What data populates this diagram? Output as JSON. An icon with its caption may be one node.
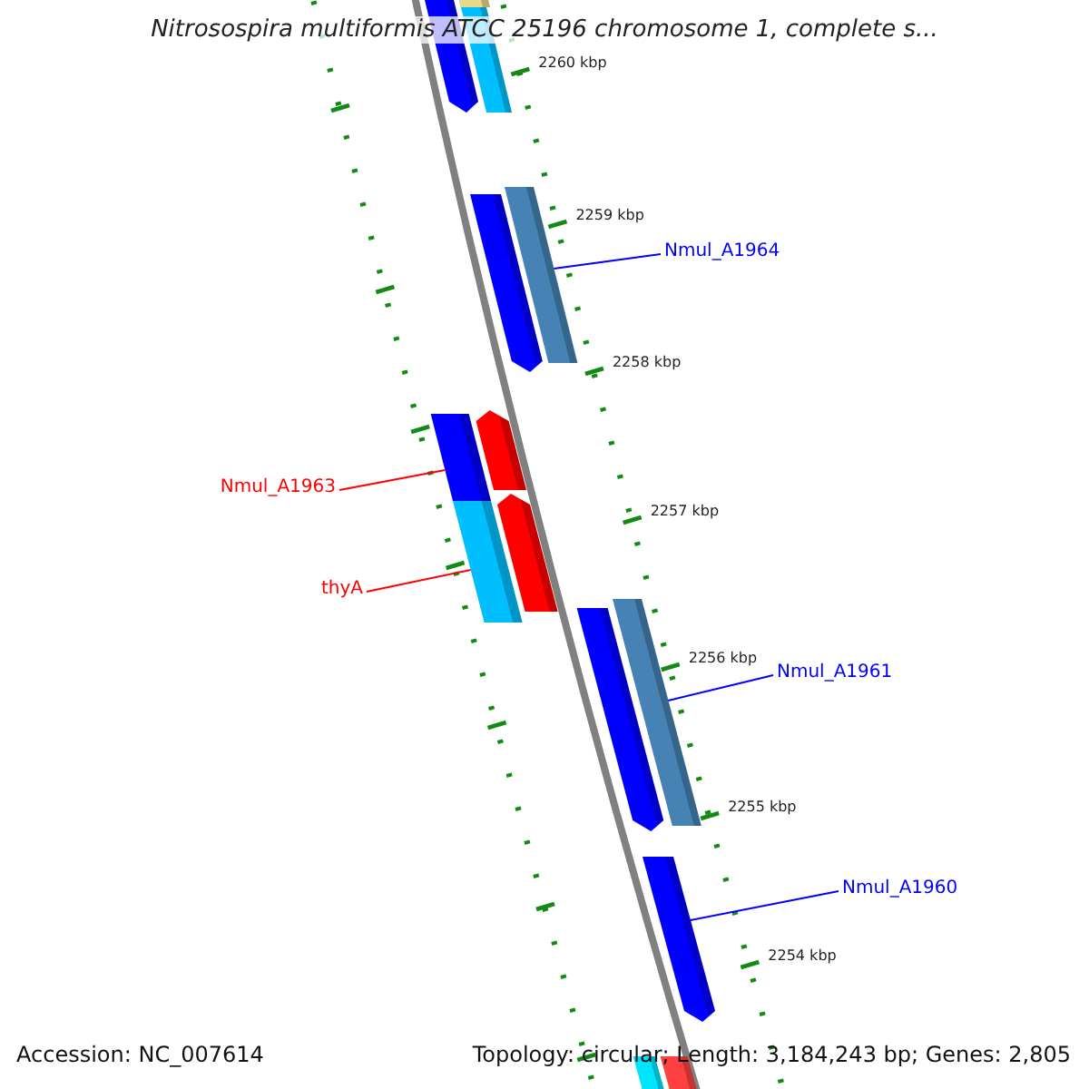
{
  "diagram": {
    "title": "Nitrosospira multiformis ATCC 25196 chromosome 1, complete s...",
    "nodes": [
      {
        "text": [
          "Nmul_A1964"
        ]
      },
      {
        "text": [],
        "shape": "bar"
      },
      {
        "text": [
          "Nmul_A1963"
        ]
      },
      {
        "text": [],
        "shape": "bar"
      },
      {
        "text": [
          "thyA"
        ]
      },
      {
        "text": [],
        "shape": "bar"
      },
      {
        "text": [
          "Nmul_A1961"
        ]
      },
      {
        "text": [],
        "shape": "bar"
      },
      {
        "text": [
          "Nmul_A1960"
        ]
      },
      {
        "text": [],
        "shape": "bar"
      }
    ],
    "edges": [
      {
        "from": 0,
        "to": 1,
        "arrow": "none"
      },
      {
        "from": 2,
        "to": 3,
        "arrow": "none",
        "color": "#ff0000"
      },
      {
        "from": 4,
        "to": 5,
        "arrow": "none",
        "color": "#ff0000"
      },
      {
        "from": 6,
        "to": 7,
        "arrow": "none"
      },
      {
        "from": 8,
        "to": 9,
        "arrow": "none"
      }
    ],
    "labels": [
      "2260 kbp",
      "2259 kbp",
      "2258 kbp",
      "2257 kbp",
      "2256 kbp",
      "2255 kbp",
      "2254 kbp",
      "Accession: NC_007614",
      "Topology: circular; Length: 3,184,243 bp; Genes: 2,805"
    ]
  }
}
